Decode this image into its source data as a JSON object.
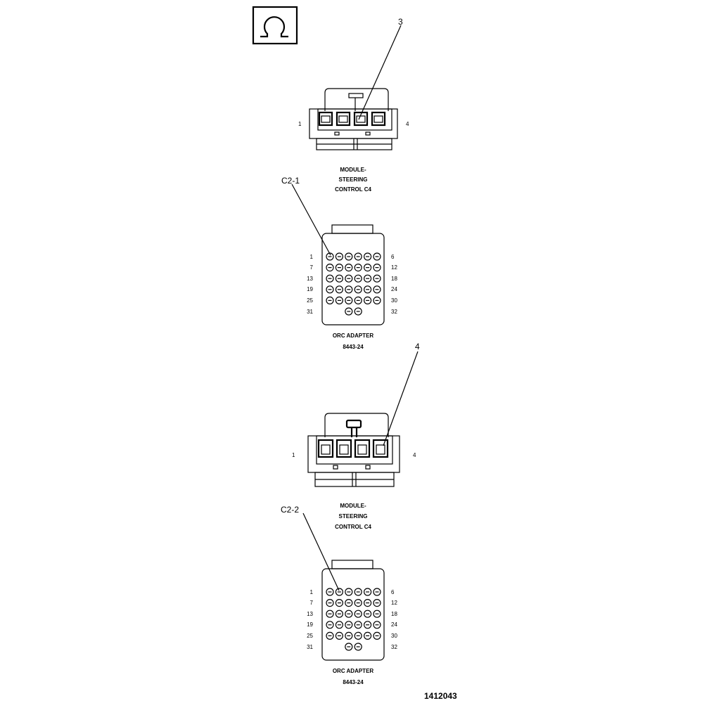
{
  "symbol": {
    "name": "ohm-icon",
    "glyph": "Ω"
  },
  "connectors": [
    {
      "callout": "3",
      "pin_left": "1",
      "pin_right": "4",
      "label": [
        "MODULE-",
        "STEERING",
        "CONTROL C4"
      ]
    },
    {
      "callout": "4",
      "pin_left": "1",
      "pin_right": "4",
      "label": [
        "MODULE-",
        "STEERING",
        "CONTROL C4"
      ]
    }
  ],
  "adapters": [
    {
      "callout": "C2-1",
      "rows_left": [
        "1",
        "7",
        "13",
        "19",
        "25",
        "31"
      ],
      "rows_right": [
        "6",
        "12",
        "18",
        "24",
        "30",
        "32"
      ],
      "label": [
        "ORC ADAPTER",
        "8443-24"
      ]
    },
    {
      "callout": "C2-2",
      "rows_left": [
        "1",
        "7",
        "13",
        "19",
        "25",
        "31"
      ],
      "rows_right": [
        "6",
        "12",
        "18",
        "24",
        "30",
        "32"
      ],
      "label": [
        "ORC ADAPTER",
        "8443-24"
      ]
    }
  ],
  "figure_number": "1412043"
}
